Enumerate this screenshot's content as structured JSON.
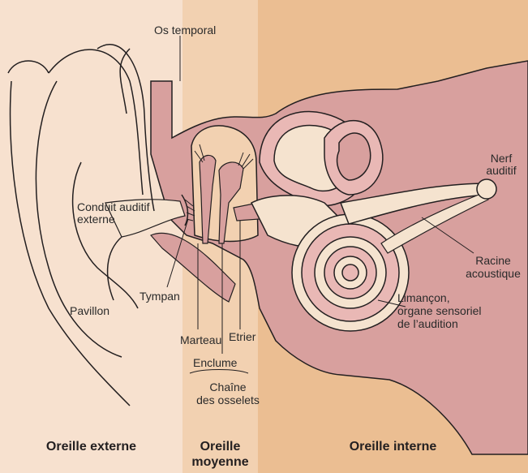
{
  "colors": {
    "outer_bg": "#f7e1cf",
    "middle_bg": "#f2d1b1",
    "inner_bg": "#ebbe92",
    "tissue": "#d8a09e",
    "bone": "#e9b8b5",
    "light_structure": "#f5e3cf",
    "outline": "#231f20"
  },
  "labels": {
    "os_temporal": "Os temporal",
    "conduit_line1": "Conduit auditif",
    "conduit_line2": "externe",
    "nerf_line1": "Nerf",
    "nerf_line2": "auditif",
    "racine_line1": "Racine",
    "racine_line2": "acoustique",
    "limacon_line1": "Limançon,",
    "limacon_line2": "organe sensoriel",
    "limacon_line3": "de l’audition",
    "pavillon": "Pavillon",
    "tympan": "Tympan",
    "marteau": "Marteau",
    "etrier": "Etrier",
    "enclume": "Enclume",
    "chaine_line1": "Chaîne",
    "chaine_line2": "des osselets"
  },
  "zones": {
    "externe": "Oreille externe",
    "moyenne_line1": "Oreille",
    "moyenne_line2": "moyenne",
    "interne": "Oreille interne"
  }
}
